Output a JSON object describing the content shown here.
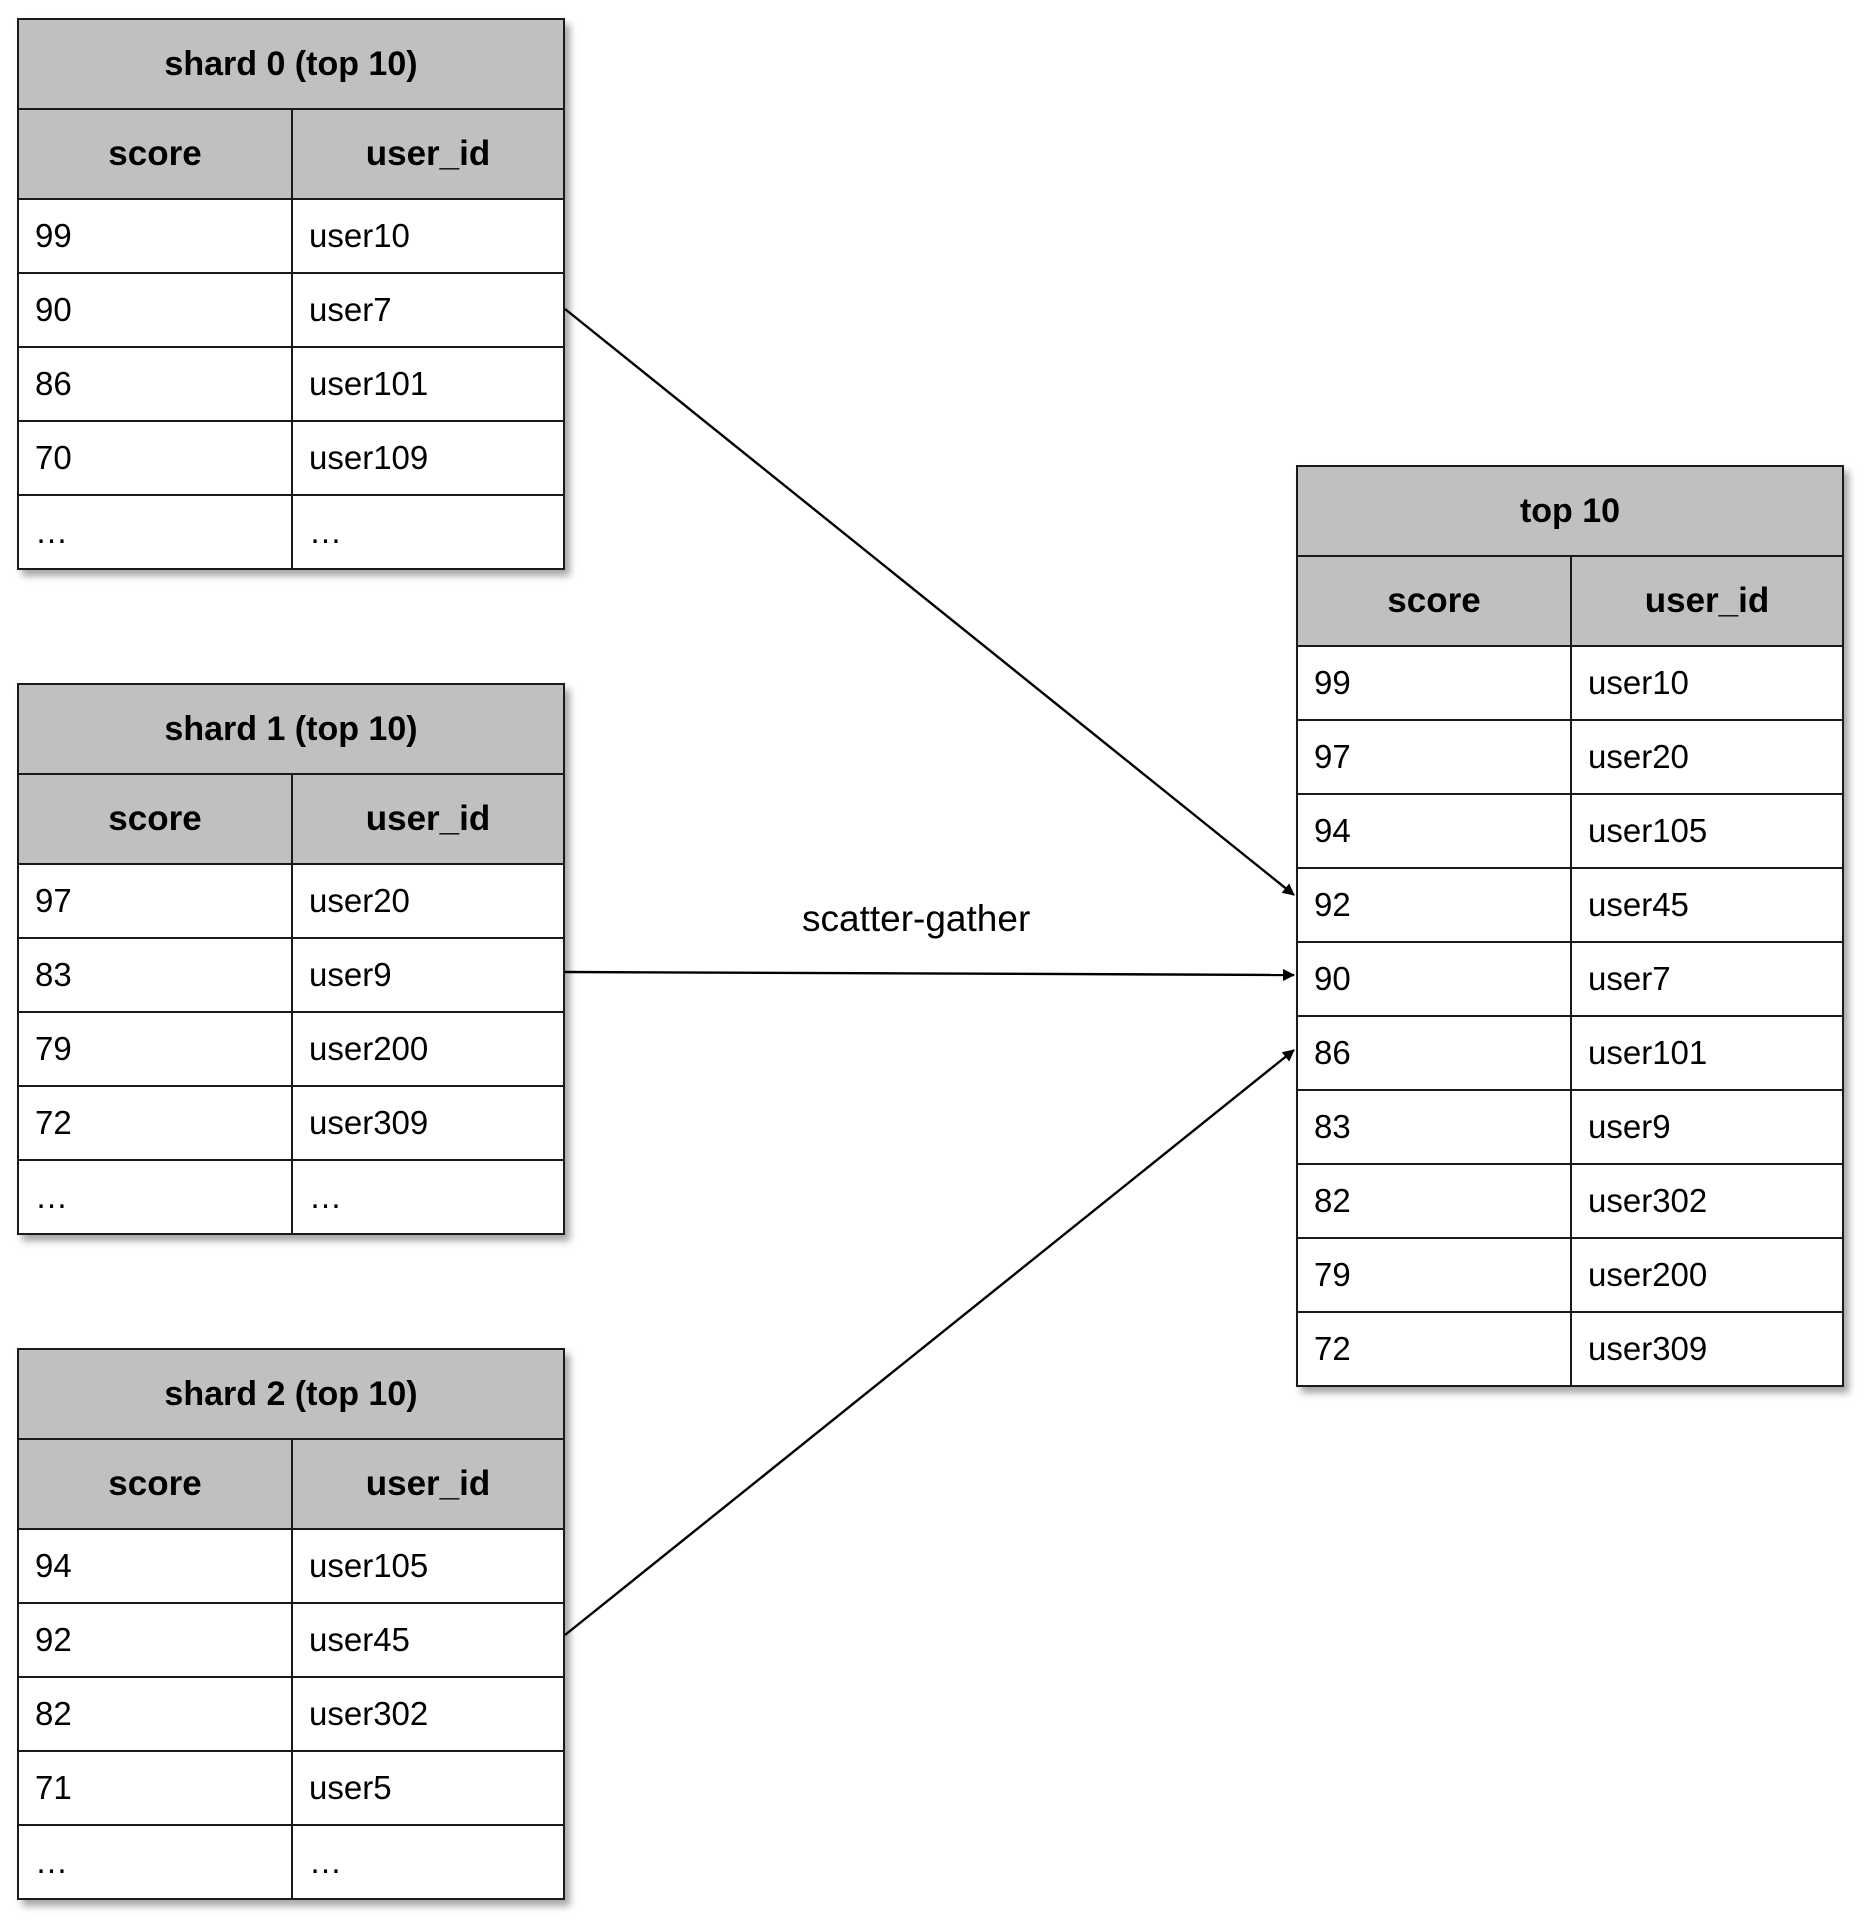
{
  "edge_label": "scatter-gather",
  "tables": [
    {
      "id": "shard-0",
      "title": "shard 0 (top 10)",
      "columns": [
        "score",
        "user_id"
      ],
      "rows": [
        [
          "99",
          "user10"
        ],
        [
          "90",
          "user7"
        ],
        [
          "86",
          "user101"
        ],
        [
          "70",
          "user109"
        ],
        [
          "…",
          "…"
        ]
      ]
    },
    {
      "id": "shard-1",
      "title": "shard 1 (top 10)",
      "columns": [
        "score",
        "user_id"
      ],
      "rows": [
        [
          "97",
          "user20"
        ],
        [
          "83",
          "user9"
        ],
        [
          "79",
          "user200"
        ],
        [
          "72",
          "user309"
        ],
        [
          "…",
          "…"
        ]
      ]
    },
    {
      "id": "shard-2",
      "title": "shard 2 (top 10)",
      "columns": [
        "score",
        "user_id"
      ],
      "rows": [
        [
          "94",
          "user105"
        ],
        [
          "92",
          "user45"
        ],
        [
          "82",
          "user302"
        ],
        [
          "71",
          "user5"
        ],
        [
          "…",
          "…"
        ]
      ]
    },
    {
      "id": "result",
      "title": "top 10",
      "columns": [
        "score",
        "user_id"
      ],
      "rows": [
        [
          "99",
          "user10"
        ],
        [
          "97",
          "user20"
        ],
        [
          "94",
          "user105"
        ],
        [
          "92",
          "user45"
        ],
        [
          "90",
          "user7"
        ],
        [
          "86",
          "user101"
        ],
        [
          "83",
          "user9"
        ],
        [
          "82",
          "user302"
        ],
        [
          "79",
          "user200"
        ],
        [
          "72",
          "user309"
        ]
      ]
    }
  ],
  "edges": [
    {
      "from": "shard-0",
      "to": "result"
    },
    {
      "from": "shard-1",
      "to": "result",
      "label": "scatter-gather"
    },
    {
      "from": "shard-2",
      "to": "result"
    }
  ]
}
